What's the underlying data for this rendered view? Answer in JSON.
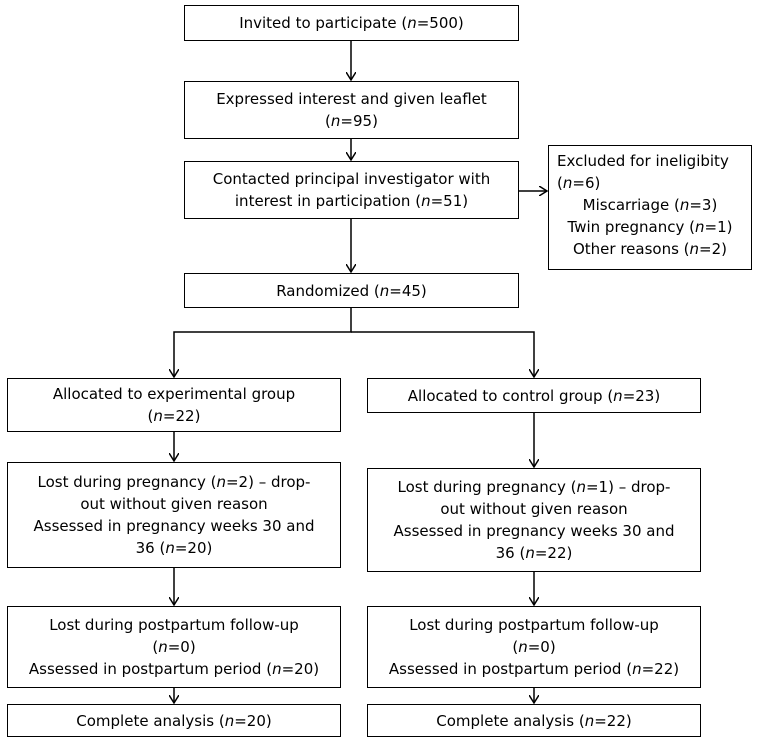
{
  "boxes": {
    "invited": {
      "lines": [
        [
          "Invited to participate (",
          "n",
          "=500)"
        ]
      ]
    },
    "expressed": {
      "lines": [
        [
          "Expressed interest and given leaflet",
          "",
          ""
        ],
        [
          "(",
          "n",
          "=95)"
        ]
      ]
    },
    "contacted": {
      "lines": [
        [
          "Contacted principal investigator with",
          "",
          ""
        ],
        [
          "interest in participation (",
          "n",
          "=51)"
        ]
      ]
    },
    "excluded": {
      "lines": [
        [
          "Excluded for ineligibity",
          "",
          ""
        ],
        [
          "(",
          "n",
          "=6)"
        ],
        [
          "Miscarriage (",
          "n",
          "=3)"
        ],
        [
          "Twin pregnancy (",
          "n",
          "=1)"
        ],
        [
          "Other reasons (",
          "n",
          "=2)"
        ]
      ]
    },
    "randomized": {
      "lines": [
        [
          "Randomized (",
          "n",
          "=45)"
        ]
      ]
    },
    "alloc_exp": {
      "lines": [
        [
          "Allocated to experimental group",
          "",
          ""
        ],
        [
          "(",
          "n",
          "=22)"
        ]
      ]
    },
    "alloc_ctrl": {
      "lines": [
        [
          "Allocated to control group (",
          "n",
          "=23)"
        ]
      ]
    },
    "lost_preg_exp": {
      "lines": [
        [
          "Lost during pregnancy (",
          "n",
          "=2) – drop-"
        ],
        [
          "out without given reason",
          "",
          ""
        ],
        [
          "Assessed in pregnancy weeks 30 and",
          "",
          ""
        ],
        [
          "36 (",
          "n",
          "=20)"
        ]
      ]
    },
    "lost_preg_ctrl": {
      "lines": [
        [
          "Lost during pregnancy (",
          "n",
          "=1) – drop-"
        ],
        [
          "out without given reason",
          "",
          ""
        ],
        [
          "Assessed in pregnancy weeks 30 and",
          "",
          ""
        ],
        [
          "36 (",
          "n",
          "=22)"
        ]
      ]
    },
    "lost_pp_exp": {
      "lines": [
        [
          "Lost during postpartum follow-up",
          "",
          ""
        ],
        [
          "(",
          "n",
          "=0)"
        ],
        [
          "Assessed in postpartum period (",
          "n",
          "=20)"
        ]
      ]
    },
    "lost_pp_ctrl": {
      "lines": [
        [
          "Lost during postpartum follow-up",
          "",
          ""
        ],
        [
          "(",
          "n",
          "=0)"
        ],
        [
          "Assessed in postpartum period (",
          "n",
          "=22)"
        ]
      ]
    },
    "complete_exp": {
      "lines": [
        [
          "Complete analysis (",
          "n",
          "=20)"
        ]
      ]
    },
    "complete_ctrl": {
      "lines": [
        [
          "Complete analysis (",
          "n",
          "=22)"
        ]
      ]
    }
  }
}
